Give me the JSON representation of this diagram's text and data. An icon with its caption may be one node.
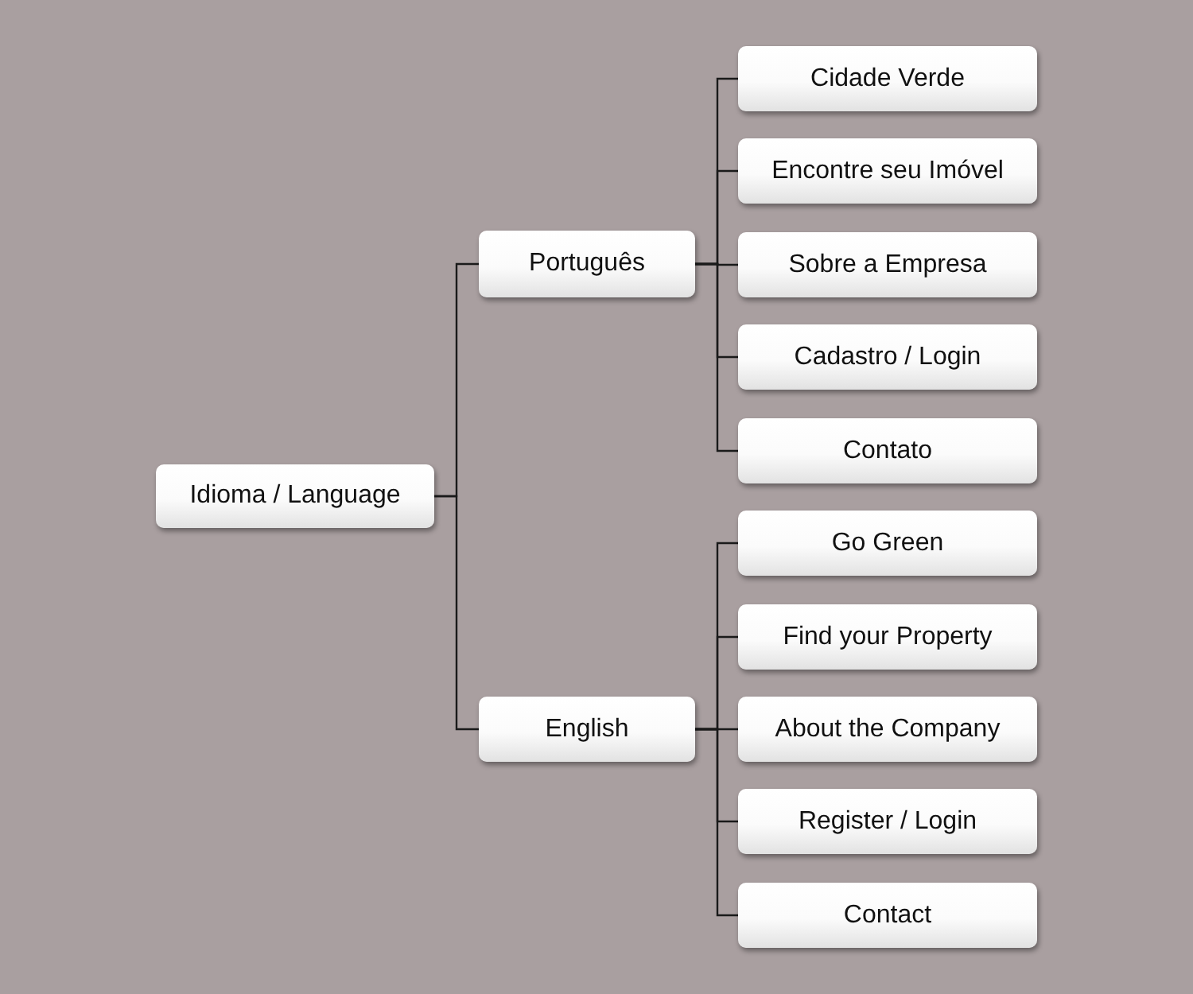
{
  "diagram": {
    "nodes": [
      {
        "text": [
          "Idioma / Language"
        ]
      },
      {
        "text": [
          "Português"
        ]
      },
      {
        "text": [
          "Cidade Verde"
        ]
      },
      {
        "text": [
          "Encontre seu Imóvel"
        ]
      },
      {
        "text": [
          "Sobre a Empresa"
        ]
      },
      {
        "text": [
          "Cadastro / Login"
        ]
      },
      {
        "text": [
          "Contato"
        ]
      },
      {
        "text": [
          "English"
        ]
      },
      {
        "text": [
          "Go Green"
        ]
      },
      {
        "text": [
          "Find your Property"
        ]
      },
      {
        "text": [
          "About the Company"
        ]
      },
      {
        "text": [
          "Register / Login"
        ]
      },
      {
        "text": [
          "Contact"
        ]
      }
    ],
    "edges": [
      {
        "from": 0,
        "to": 1,
        "arrow": "none"
      },
      {
        "from": 0,
        "to": 7,
        "arrow": "none"
      },
      {
        "from": 1,
        "to": 2,
        "arrow": "none"
      },
      {
        "from": 1,
        "to": 3,
        "arrow": "none"
      },
      {
        "from": 1,
        "to": 4,
        "arrow": "none"
      },
      {
        "from": 1,
        "to": 5,
        "arrow": "none"
      },
      {
        "from": 1,
        "to": 6,
        "arrow": "none"
      },
      {
        "from": 7,
        "to": 8,
        "arrow": "none"
      },
      {
        "from": 7,
        "to": 9,
        "arrow": "none"
      },
      {
        "from": 7,
        "to": 10,
        "arrow": "none"
      },
      {
        "from": 7,
        "to": 11,
        "arrow": "none"
      },
      {
        "from": 7,
        "to": 12,
        "arrow": "none"
      }
    ]
  }
}
